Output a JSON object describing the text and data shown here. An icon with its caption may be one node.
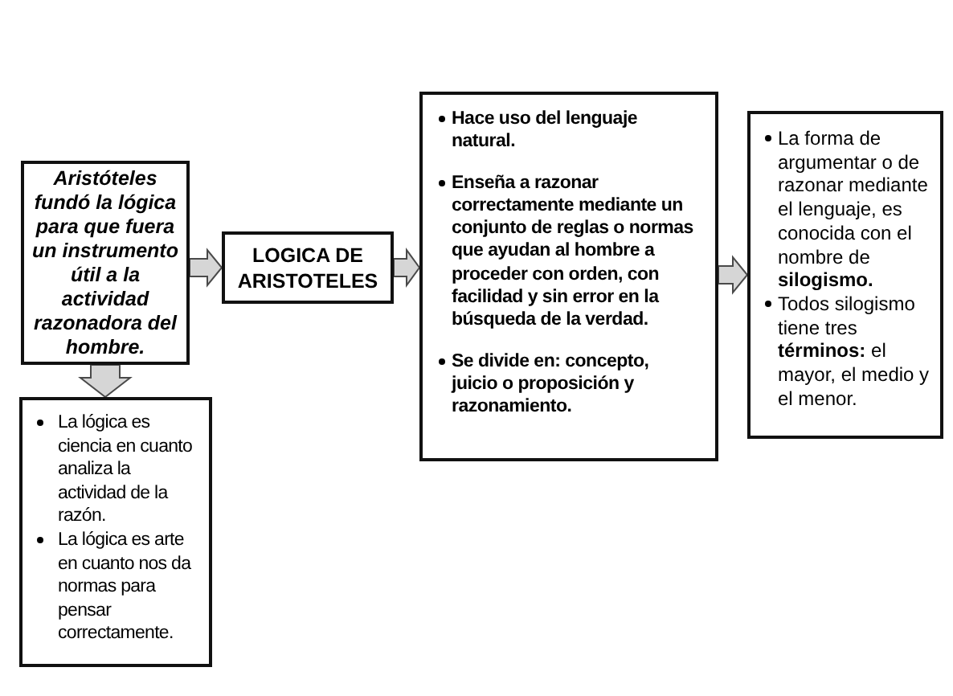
{
  "diagram": {
    "nodes": [
      {
        "text": [
          "Aristóteles fundó la lógica para que fuera un instrumento útil a la actividad razonadora del hombre."
        ]
      },
      {
        "text": [
          "La lógica es ciencia en cuanto analiza la actividad de la razón.",
          "La lógica es arte en cuanto nos da normas para pensar correctamente."
        ]
      },
      {
        "text": [
          "LOGICA DE ARISTOTELES"
        ]
      },
      {
        "text": [
          "Hace uso del lenguaje natural.",
          "Enseña a razonar correctamente mediante un conjunto de reglas o normas que ayudan al hombre a proceder con orden, con facilidad y sin error en la búsqueda de la verdad.",
          "Se divide en: concepto, juicio o proposición y razonamiento."
        ]
      },
      {
        "text": [
          "La forma de argumentar o de razonar mediante el lenguaje, es conocida con el nombre de **silogismo.**",
          "Todos silogismo tiene tres **términos:** el mayor, el medio y el menor."
        ]
      }
    ],
    "edges": [
      {
        "from": 0,
        "to": 2,
        "arrow": "to"
      },
      {
        "from": 0,
        "to": 1,
        "arrow": "to"
      },
      {
        "from": 2,
        "to": 3,
        "arrow": "to"
      },
      {
        "from": 3,
        "to": 4,
        "arrow": "to"
      }
    ]
  }
}
